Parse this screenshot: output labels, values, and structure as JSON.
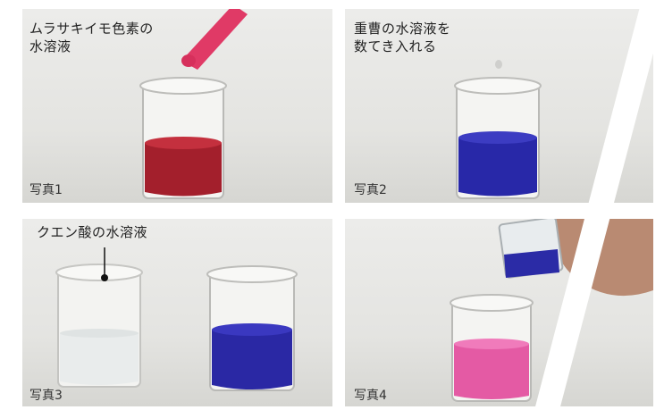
{
  "photos": [
    {
      "label": "写真1",
      "caption": "ムラサキイモ色素の\n水溶液",
      "liquid_color": "#b0202e"
    },
    {
      "label": "写真2",
      "caption": "重曹の水溶液を\n数てき入れる",
      "liquid_color": "#2a2ab0"
    },
    {
      "label": "写真3",
      "caption": "クエン酸の水溶液",
      "liquid_color": "#2d2aa8"
    },
    {
      "label": "写真4",
      "caption": "",
      "liquid_color": "#e860a8"
    }
  ],
  "colors": {
    "background": "#e6e6e3",
    "dropper": "#e03a66",
    "blue_solution": "#2a2ab0",
    "pink_solution": "#e860a8",
    "red_solution": "#b0202e"
  }
}
